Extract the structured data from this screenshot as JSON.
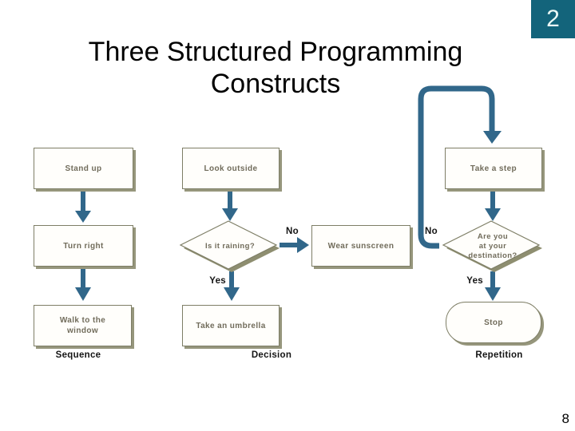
{
  "slide": {
    "title_line1": "Three Structured Programming",
    "title_line2": "Constructs",
    "badge_number": "2",
    "page_number": "8"
  },
  "colors": {
    "badge_teal": "#13647b",
    "arrow_blue": "#31678a",
    "shape_border": "#7e7e66",
    "shape_shadow": "#96967c",
    "shape_text": "#716c5b",
    "title_text": "#000000"
  },
  "flowcharts": {
    "sequence": {
      "label": "Sequence",
      "step1": "Stand up",
      "step2": "Turn right",
      "step3": "Walk to the\nwindow"
    },
    "decision": {
      "label": "Decision",
      "start": "Look outside",
      "condition": "Is it raining?",
      "no_label": "No",
      "no_action": "Wear sunscreen",
      "yes_label": "Yes",
      "yes_action": "Take an umbrella"
    },
    "repetition": {
      "label": "Repetition",
      "body": "Take a step",
      "condition": "Are you\nat your\ndestination?",
      "no_label": "No",
      "yes_label": "Yes",
      "terminator": "Stop"
    }
  }
}
